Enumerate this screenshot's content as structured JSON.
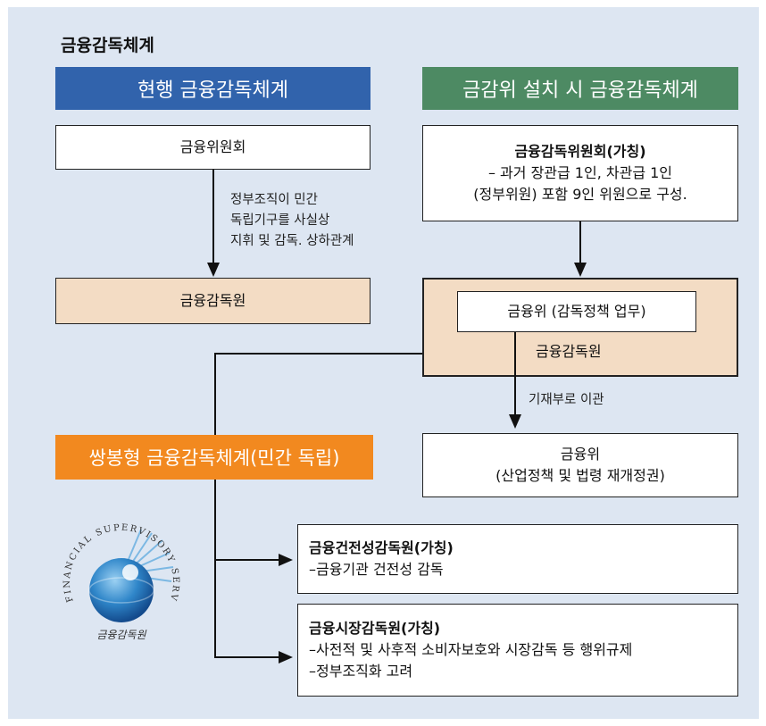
{
  "title": "금융감독체계",
  "headers": {
    "current": "현행 금융감독체계",
    "proposed": "금감위 설치 시 금융감독체계",
    "twin_peaks": "쌍봉형 금융감독체계(민간 독립)"
  },
  "current": {
    "fsc": "금융위원회",
    "note": [
      "정부조직이 민간",
      "독립기구를 사실상",
      "지휘 및 감독. 상하관계"
    ],
    "fss": "금융감독원"
  },
  "proposed": {
    "commission_title": "금융감독위원회(가칭)",
    "commission_desc": [
      "– 과거 장관급 1인, 차관급 1인",
      "(정부위원) 포함 9인 위원으로 구성."
    ],
    "fsc_inner": "금융위 (감독정책 업무)",
    "fss": "금융감독원",
    "transfer_note": "기재부로 이관",
    "fsc_moved": [
      "금융위",
      "(산업정책 및 법령 재개정권)"
    ]
  },
  "twin_peaks": {
    "prudential_title": "금융건전성감독원(가칭)",
    "prudential_items": [
      "–금융기관 건전성 감독"
    ],
    "market_title": "금융시장감독원(가칭)",
    "market_items": [
      "–사전적 및 사후적 소비자보호와 시장감독 등 행위규제",
      "–정부조직화 고려"
    ]
  },
  "logo": {
    "text": "FINANCIAL SUPERVISORY SERVICE",
    "korean": "금융감독원"
  },
  "colors": {
    "header_blue": "#3163ac",
    "header_green": "#4d8a63",
    "header_orange": "#f2891f",
    "peach": "#f3dcc4",
    "background": "#dde6f2"
  }
}
